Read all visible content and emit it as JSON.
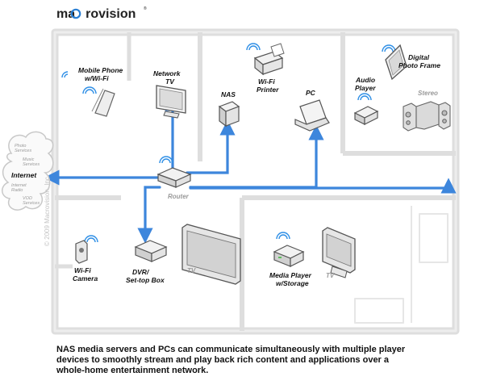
{
  "brand": {
    "logo_pre": "ma",
    "logo_post": "rovision",
    "trademark": "®",
    "accent_color": "#2a7fd4"
  },
  "copyright": "© 2009 Macrovision, Inc.",
  "devices": {
    "mobile_phone": [
      "Mobile Phone",
      "w/Wi-Fi"
    ],
    "network_tv": [
      "Network",
      "TV"
    ],
    "wifi_printer": [
      "Wi-Fi",
      "Printer"
    ],
    "nas": "NAS",
    "pc": "PC",
    "digital_photo_frame": [
      "Digital",
      "Photo Frame"
    ],
    "audio_player": [
      "Audio",
      "Player"
    ],
    "stereo": "Stereo",
    "internet": "Internet",
    "cloud_items": [
      "Photo",
      "Services",
      "Music",
      "Services",
      "Internet",
      "Radio",
      "VOD",
      "Services"
    ],
    "router": "Router",
    "wifi_camera": [
      "Wi-Fi",
      "Camera"
    ],
    "dvr": [
      "DVR/",
      "Set-top Box"
    ],
    "tv_living": "TV",
    "media_player": [
      "Media Player",
      "w/Storage"
    ],
    "tv_room": "TV"
  },
  "caption": [
    "NAS media servers and PCs can communicate simultaneously with multiple player",
    "devices to smoothly stream and play back rich content and applications over a",
    "whole-home entertainment network."
  ],
  "colors": {
    "arrow": "#3d86dc",
    "wall": "#dedede",
    "wifi": "#2f8fe6"
  }
}
